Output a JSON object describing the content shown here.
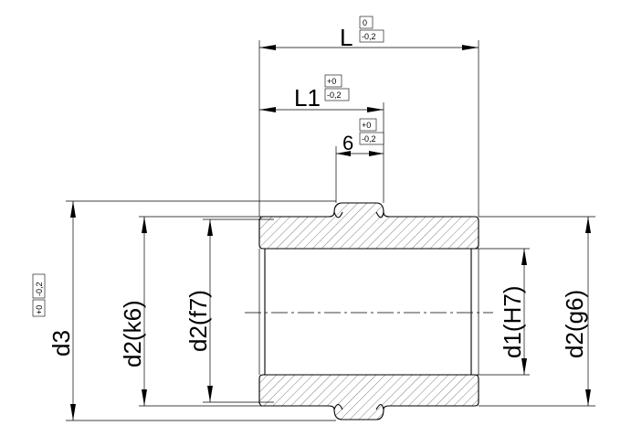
{
  "dimensions": {
    "L": {
      "label": "L",
      "tol_upper": "0",
      "tol_lower": "-0,2"
    },
    "L1": {
      "label": "L1",
      "tol_upper": "+0",
      "tol_lower": "-0,2"
    },
    "groove": {
      "label": "6",
      "tol_upper": "+0",
      "tol_lower": "-0,2"
    },
    "d3": {
      "label": "d3",
      "tol_upper": "+0",
      "tol_lower": "-0,2"
    },
    "d2_k6": {
      "label": "d2(k6)"
    },
    "d2_f7": {
      "label": "d2(f7)"
    },
    "d1_H7": {
      "label": "d1(H7)"
    },
    "d2_g6": {
      "label": "d2(g6)"
    }
  }
}
